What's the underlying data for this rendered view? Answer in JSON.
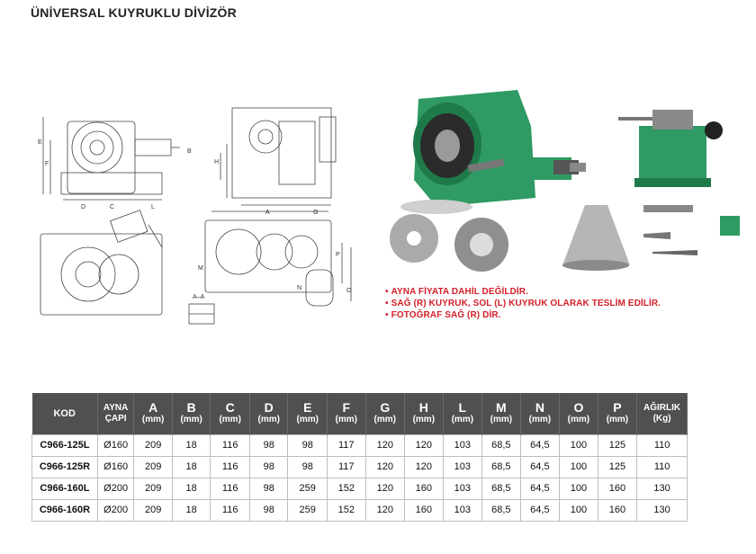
{
  "title": "ÜNİVERSAL KUYRUKLU DİVİZÖR",
  "drawing_labels": {
    "e": "E",
    "f": "F",
    "d": "D",
    "c": "C",
    "l": "L",
    "h": "H",
    "b": "B",
    "a": "A",
    "g": "G",
    "m": "M",
    "n": "N",
    "p": "P",
    "o": "O",
    "aa": "A–A"
  },
  "notes": [
    "AYNA FİYATA DAHİL DEĞİLDİR.",
    "SAĞ (R) KUYRUK, SOL (L) KUYRUK OLARAK TESLİM EDİLİR.",
    "FOTOĞRAF SAĞ (R)  DİR."
  ],
  "table": {
    "headers": [
      {
        "top": "KOD",
        "bottom": ""
      },
      {
        "top": "AYNA",
        "bottom": "ÇAPI"
      },
      {
        "top": "A",
        "bottom": "(mm)"
      },
      {
        "top": "B",
        "bottom": "(mm)"
      },
      {
        "top": "C",
        "bottom": "(mm)"
      },
      {
        "top": "D",
        "bottom": "(mm)"
      },
      {
        "top": "E",
        "bottom": "(mm)"
      },
      {
        "top": "F",
        "bottom": "(mm)"
      },
      {
        "top": "G",
        "bottom": "(mm)"
      },
      {
        "top": "H",
        "bottom": "(mm)"
      },
      {
        "top": "L",
        "bottom": "(mm)"
      },
      {
        "top": "M",
        "bottom": "(mm)"
      },
      {
        "top": "N",
        "bottom": "(mm)"
      },
      {
        "top": "O",
        "bottom": "(mm)"
      },
      {
        "top": "P",
        "bottom": "(mm)"
      },
      {
        "top": "AĞIRLIK",
        "bottom": "(Kg)"
      }
    ],
    "rows": [
      [
        "C966-125L",
        "Ø160",
        "209",
        "18",
        "116",
        "98",
        "98",
        "117",
        "120",
        "120",
        "103",
        "68,5",
        "64,5",
        "100",
        "125",
        "110"
      ],
      [
        "C966-125R",
        "Ø160",
        "209",
        "18",
        "116",
        "98",
        "98",
        "117",
        "120",
        "120",
        "103",
        "68,5",
        "64,5",
        "100",
        "125",
        "110"
      ],
      [
        "C966-160L",
        "Ø200",
        "209",
        "18",
        "116",
        "98",
        "259",
        "152",
        "120",
        "160",
        "103",
        "68,5",
        "64,5",
        "100",
        "160",
        "130"
      ],
      [
        "C966-160R",
        "Ø200",
        "209",
        "18",
        "116",
        "98",
        "259",
        "152",
        "120",
        "160",
        "103",
        "68,5",
        "64,5",
        "100",
        "160",
        "130"
      ]
    ]
  },
  "colors": {
    "machine_green": "#2f9a63",
    "header_gray": "#505050",
    "note_red": "#d4202a"
  }
}
